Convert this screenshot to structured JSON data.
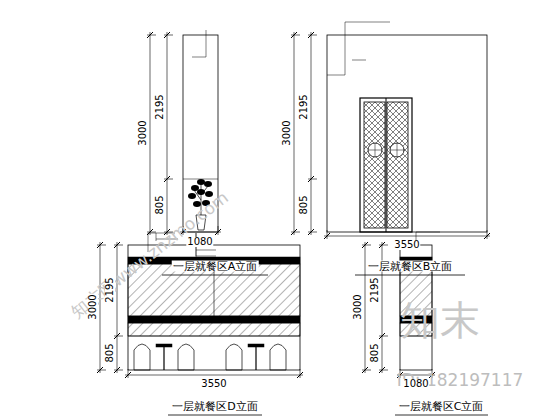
{
  "diagram": {
    "labels": [
      "3000",
      "2195",
      "805",
      "1080",
      "一层就餐区A立面",
      "3000",
      "2195",
      "805",
      "3550",
      "一层就餐区B立面",
      "3000",
      "2195",
      "805",
      "3550",
      "一层就餐区D立面",
      "3000",
      "2195",
      "805",
      "1080",
      "一层就餐区C立面",
      "知末网www.znzmo.com",
      "知末",
      "ID: 182197117"
    ]
  }
}
